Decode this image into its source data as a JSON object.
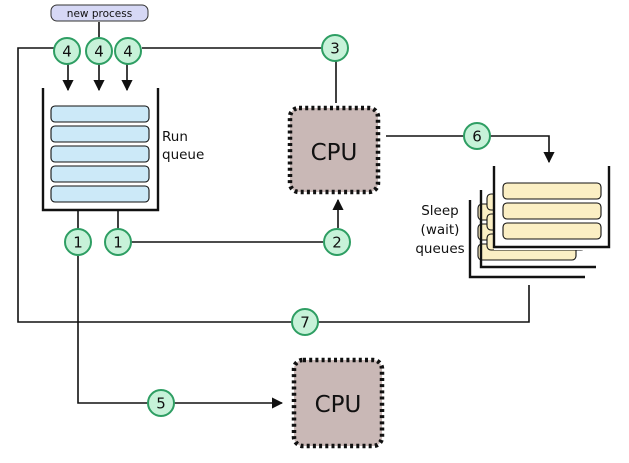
{
  "new_process_label": "new process",
  "run_queue_label": [
    "Run",
    "queue"
  ],
  "sleep_queue_label": [
    "Sleep",
    "(wait)",
    "queues"
  ],
  "cpu_label": "CPU",
  "colors": {
    "badge_fill": "#c7f2d9",
    "badge_stroke": "#2e9e63",
    "run_slot_fill": "#cce9f8",
    "sleep_slot_fill": "#fbefc4",
    "cpu_fill": "#c9b8b6",
    "new_process_fill": "#d6d8f5",
    "line": "#111111"
  },
  "transitions": [
    {
      "id": "from-new-1",
      "label": "4"
    },
    {
      "id": "from-new-2",
      "label": "4"
    },
    {
      "id": "from-new-3",
      "label": "4"
    },
    {
      "id": "cpu-to-run",
      "label": "3"
    },
    {
      "id": "run-to-cpu-a",
      "label": "1"
    },
    {
      "id": "run-to-cpu-b",
      "label": "1"
    },
    {
      "id": "run-to-cpu-main",
      "label": "2"
    },
    {
      "id": "cpu-to-sleep",
      "label": "6"
    },
    {
      "id": "sleep-to-run",
      "label": "7"
    },
    {
      "id": "run-to-cpu2",
      "label": "5"
    }
  ]
}
